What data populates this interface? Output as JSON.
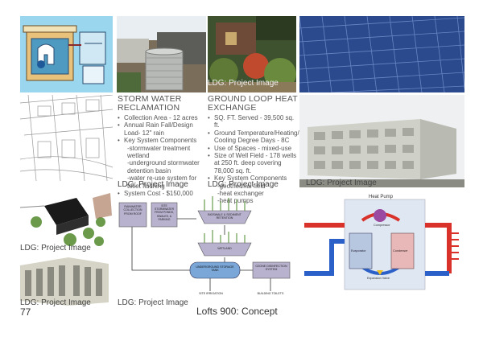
{
  "page_number": "77",
  "concept_title": "Lofts 900: Concept",
  "caption_text": "LDG: Project Image",
  "storm_water": {
    "title": "STORM WATER RECLAMATION",
    "items": [
      {
        "text": "Collection Area - 12 acres",
        "sub": false
      },
      {
        "text": "Annual Rain Fall/Design Load- 12\" rain",
        "sub": false
      },
      {
        "text": "Key System Components",
        "sub": false
      },
      {
        "text": "-stormwater treatment wetland",
        "sub": true
      },
      {
        "text": "-underground stormwater detention basin",
        "sub": true
      },
      {
        "text": "-water re-use system for toilet flushing",
        "sub": true
      },
      {
        "text": "System Cost - $150,000",
        "sub": false
      }
    ]
  },
  "ground_loop": {
    "title": "GROUND LOOP HEAT EXCHANGE",
    "items": [
      {
        "text": "SQ. FT. Served - 39,500 sq. ft.",
        "sub": false
      },
      {
        "text": "Ground Temperature/Heating/ Cooling Degree Days - 8C",
        "sub": false
      },
      {
        "text": "Use of Spaces - mixed-use",
        "sub": false
      },
      {
        "text": "Size of Well Field - 178 wells at 250 ft. deep covering 78,000 sq. ft.",
        "sub": false
      },
      {
        "text": "Key System Components",
        "sub": false
      },
      {
        "text": "-geothermal field",
        "sub": true
      },
      {
        "text": "-heat exchanger",
        "sub": true
      },
      {
        "text": "-heat pumps",
        "sub": true
      }
    ]
  },
  "flow_diagram": {
    "box_rainwater": "RAINWATER COLLECTION FROM ROOF",
    "box_site": "SITE STORMWATER FROM PONDS, SWALES, & PARKING",
    "box_bioswale": "BIOSWALE & SEDIMENT RETENTION",
    "box_wetland": "WETLAND",
    "box_tank": "UNDERGROUND STORAGE TANK",
    "box_ozone": "OZONE DISINFECTION SYSTEM",
    "label_irrigation": "SITE IRRIGATION",
    "label_toilets": "BUILDING TOILETS"
  },
  "heat_pump": {
    "title": "Heat Pump",
    "compressor": "Compressor",
    "evaporator": "Evaporator",
    "condenser": "Condenser",
    "expansion": "Expansion Valve"
  },
  "colors": {
    "sky": "#4aa8d8",
    "sink_bg": "#7fc8e8",
    "solar": "#1d3f8a",
    "diagram_box": "#b9b2cf",
    "pipe_red": "#d8322a",
    "pipe_blue": "#2a60c8",
    "building": "#cfcfc6"
  }
}
